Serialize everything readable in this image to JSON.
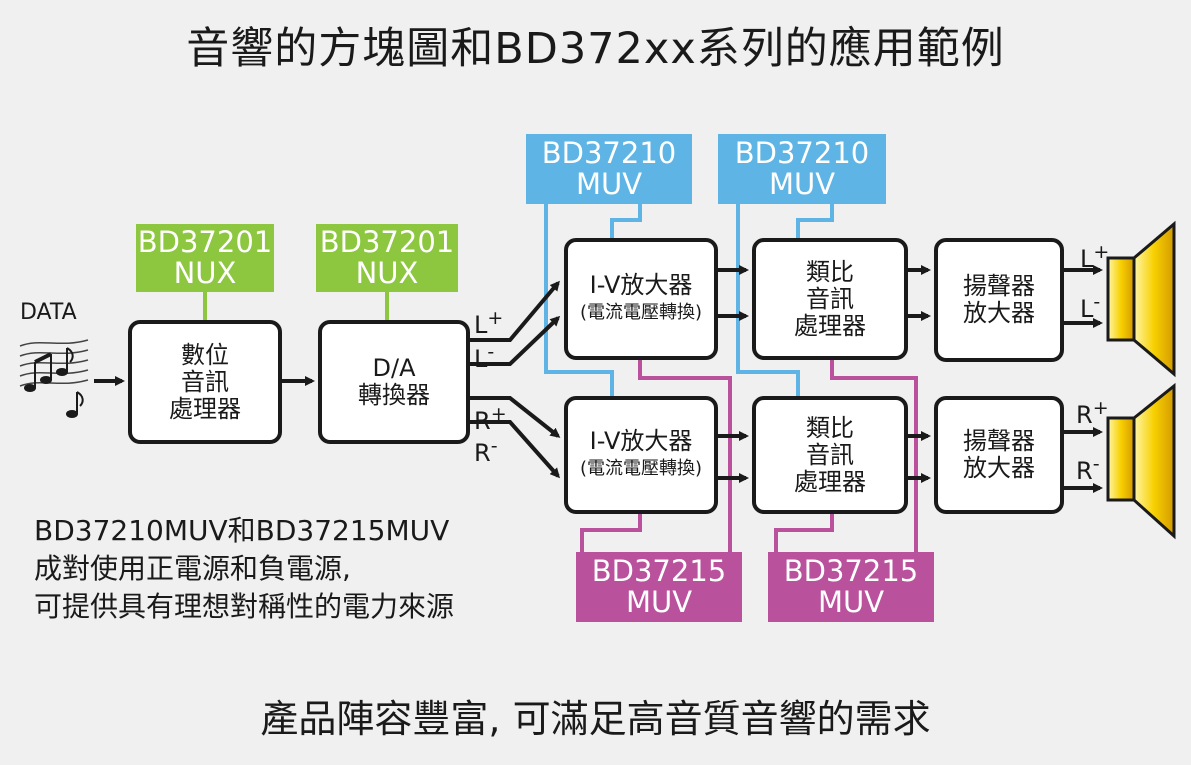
{
  "title": "音響的方塊圖和BD372xx系列的應用範例",
  "data_label": "DATA",
  "chips": {
    "dsp": [
      "BD37201",
      "NUX"
    ],
    "dac": [
      "BD37201",
      "NUX"
    ],
    "muv_blue_1": [
      "BD37210",
      "MUV"
    ],
    "muv_blue_2": [
      "BD37210",
      "MUV"
    ],
    "muv_pink_1": [
      "BD37215",
      "MUV"
    ],
    "muv_pink_2": [
      "BD37215",
      "MUV"
    ]
  },
  "blocks": {
    "digital_processor": [
      "數位",
      "音訊",
      "處理器"
    ],
    "dac": [
      "D/A",
      "轉換器"
    ],
    "iv_amp_l": {
      "main": "I-V放大器",
      "sub": "(電流電壓轉換)"
    },
    "iv_amp_r": {
      "main": "I-V放大器",
      "sub": "(電流電壓轉換)"
    },
    "analog_l": [
      "類比",
      "音訊",
      "處理器"
    ],
    "analog_r": [
      "類比",
      "音訊",
      "處理器"
    ],
    "spk_amp_l": [
      "揚聲器",
      "放大器"
    ],
    "spk_amp_r": [
      "揚聲器",
      "放大器"
    ]
  },
  "signals": {
    "l": "L",
    "r": "R",
    "plus": "+",
    "minus": "-"
  },
  "note": [
    "BD37210MUV和BD37215MUV",
    "成對使用正電源和負電源,",
    "可提供具有理想對稱性的電力來源"
  ],
  "footer": "產品陣容豐富, 可滿足高音質音響的需求",
  "colors": {
    "green": "#8dc63f",
    "blue": "#5db4e5",
    "pink": "#b9519c",
    "speaker": "#f5c400"
  }
}
